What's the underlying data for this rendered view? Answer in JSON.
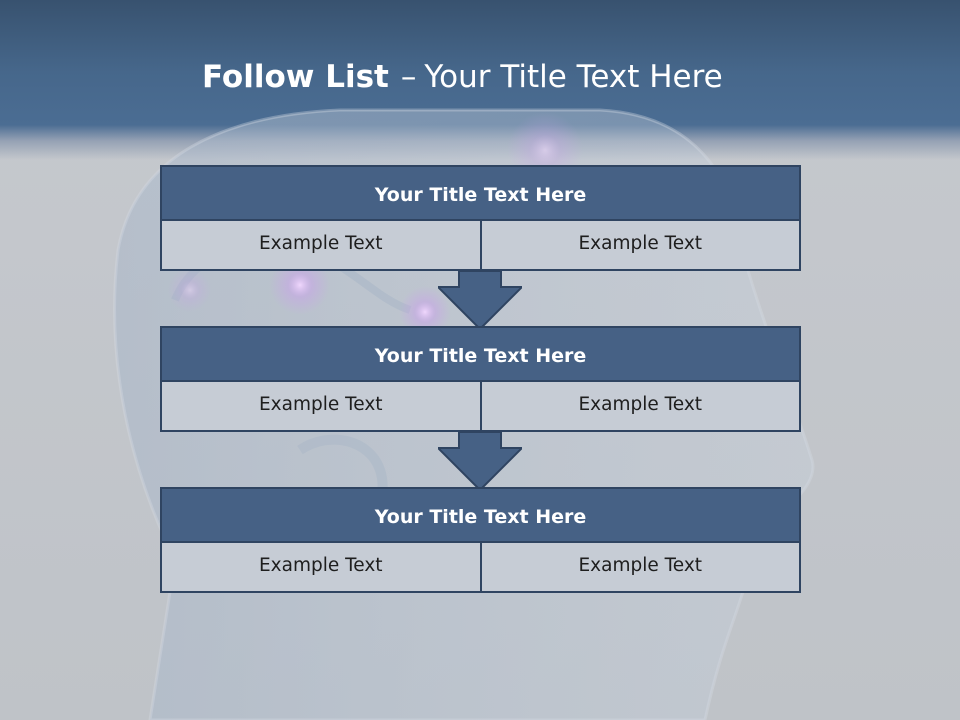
{
  "slide": {
    "title_bold": "Follow List",
    "title_dash": "–",
    "title_rest": "Your Title Text Here"
  },
  "blocks": [
    {
      "title": "Your Title Text Here",
      "left": "Example Text",
      "right": "Example Text"
    },
    {
      "title": "Your Title Text Here",
      "left": "Example Text",
      "right": "Example Text"
    },
    {
      "title": "Your Title Text Here",
      "left": "Example Text",
      "right": "Example Text"
    }
  ],
  "colors": {
    "banner": "#46678b",
    "block_header": "#466185",
    "cell_fill": "#c6ccd5",
    "border": "#2f4461",
    "arrow": "#466185"
  },
  "icons": [
    "down-arrow-icon"
  ]
}
